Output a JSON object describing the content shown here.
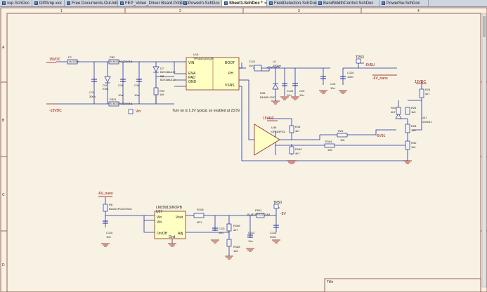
{
  "tabs": [
    {
      "label": "xxp.SchDoc",
      "active": false
    },
    {
      "label": "DiffAmp.xxx",
      "active": false
    },
    {
      "label": "Free Documents.OutJob",
      "active": false
    },
    {
      "label": "FEP_Video_Driver Board.PcbDoc",
      "active": false
    },
    {
      "label": "PowerIn.SchDoc",
      "active": false
    },
    {
      "label": "Sheet1.SchDoc *",
      "active": true
    },
    {
      "label": "FieldDetection.SchDoc",
      "active": false
    },
    {
      "label": "BandWidthControl.SchDoc",
      "active": false
    },
    {
      "label": "PowerSw.SchDoc",
      "active": false
    }
  ],
  "border": {
    "columns": [
      "1",
      "2",
      "3",
      "4"
    ],
    "rows": [
      "A",
      "B",
      "C",
      "D"
    ],
    "title_label": "Title"
  },
  "nets": {
    "v15": "15VDC",
    "vm15": "-15VDC",
    "vm6_nano": "-6V_nano",
    "vm6_nano2": "-6V_nano",
    "vm6_nano3": "-6V_nano",
    "v15_b": "15VDC",
    "v15_c": "15VDC",
    "vin": "Vin",
    "vm5": "-5V",
    "v_out_mid": "-6V91",
    "vm6v": "-6V5U"
  },
  "parts": {
    "f2": "F2",
    "f2_val": "1A/125V",
    "fb2": "FB2",
    "fb2_val": "BLM21PG221SN1",
    "fb21": "FB21",
    "fb21_val": "BLM21PG221SN1",
    "c19": "C19",
    "c19_val": "300n",
    "d10": "D10",
    "d10_val": "ESD",
    "c18": "C18",
    "c18_val": "10u",
    "c16": "C16",
    "c16_val": "10u",
    "d7": "D7",
    "d7_val": "BZX384A12",
    "d8": "D8",
    "d8_val": "BZX384A12",
    "r22": "R22",
    "r22_val": "1k5",
    "u19": "U19",
    "u19_name": "TPS5401DGQR",
    "u19_pins": [
      "VIN",
      "ENA",
      "PAD",
      "GND",
      "BOOT",
      "PH",
      "VSNS"
    ],
    "c112": "C112",
    "c112_val": "10n",
    "l6": "L6",
    "l6_val": "100uH",
    "d35": "D35",
    "d35_val": "B160B-13-F",
    "c110": "C110",
    "c110_val": "10u",
    "c20": "C20",
    "c20_val": "10u",
    "c15": "C15",
    "c15_val": "10u",
    "c120": "C120",
    "c120_val": "100n",
    "tp53": "TP53",
    "note": "Turn on is 1.3V typical, so enabled at 23.5V",
    "u46": "U46",
    "u46_name": "OP184FSZ",
    "r16": "R16",
    "r16_val": "4k7",
    "r162": "R162",
    "r162_val": "4k7",
    "r164": "R164",
    "r164_val": "10k",
    "r29": "R29",
    "r29_val": "10k",
    "r24": "R24",
    "r24_val": "4k7",
    "r20": "R20",
    "r20_val": "4k7",
    "r26": "R26",
    "r26_val": "1k0",
    "u47": "U47",
    "u47_name": "LM4041",
    "r28": "R28",
    "r28_val": "1k0",
    "r30": "R30",
    "r30_val": "1k2",
    "r8": "R8",
    "r8_val": "BLM21PG221SN1",
    "c110b": "C110",
    "c110b_val": "10u",
    "u27": "U27",
    "u27_name": "LM2991S/NOPB",
    "u27_pins": [
      "Vin",
      "Vin",
      "On/Off",
      "Vout",
      "Adj",
      "Gnd"
    ],
    "r108": "R108",
    "r108_val": "0R1",
    "c111": "C111",
    "c111_val": "10u",
    "r166": "R166",
    "r166_val": "4k7",
    "r168": "R168",
    "r168_val": "1k5",
    "c113": "C113",
    "c113_val": "10u",
    "fb11": "FB11",
    "fb11_val": "BLM21PG221SN1",
    "c114": "C114",
    "c114_val": "300n",
    "tp50": "TP50"
  },
  "colors": {
    "sheet": "#f7f2e3",
    "wire": "#1c2fa8",
    "part": "#8a2a2a",
    "net": "#8b0000",
    "ic_fill": "#ffffc4",
    "border": "#8a3b3b"
  }
}
